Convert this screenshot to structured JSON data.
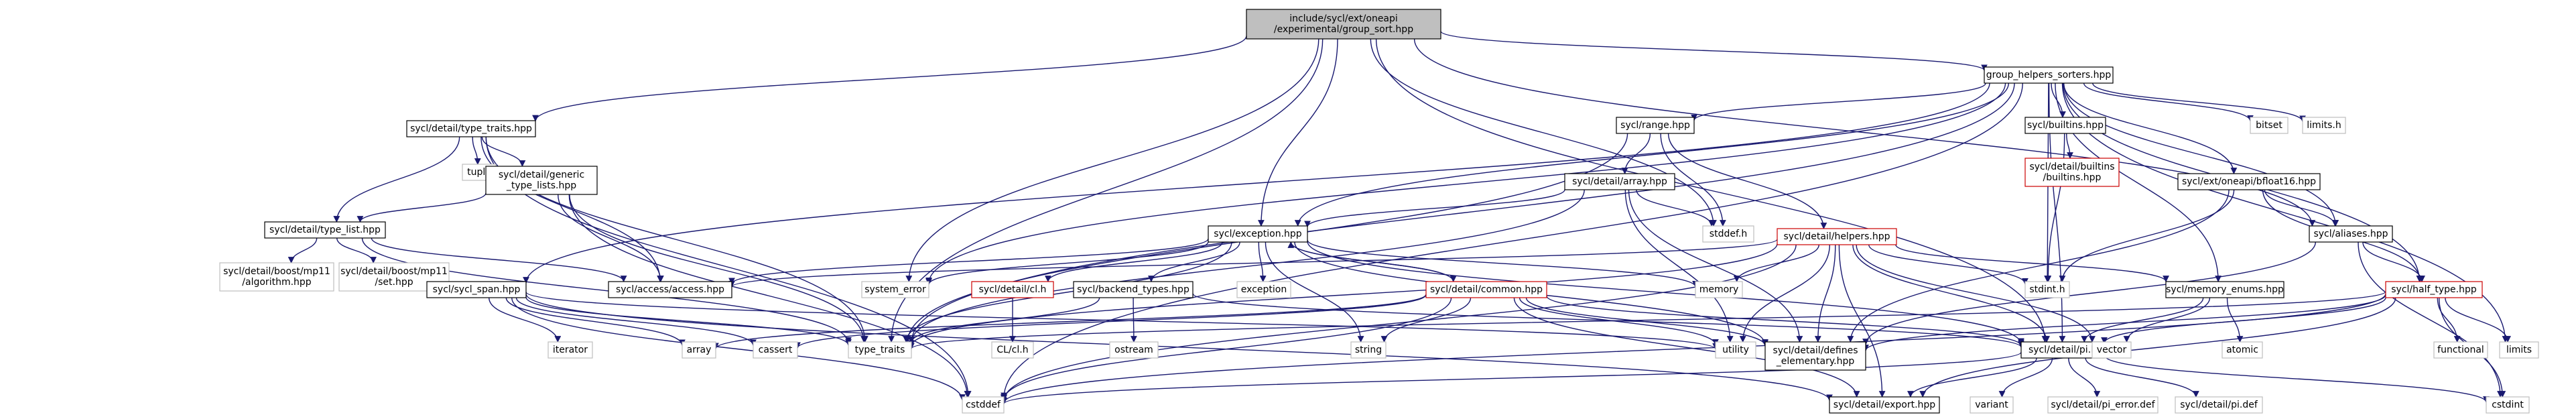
{
  "colors": {
    "edge": "#191970",
    "border_default": "#000000",
    "border_missing": "#cc0000",
    "border_external": "#bfbfbf",
    "root_fill": "#bfbfbf",
    "node_fill": "#ffffff",
    "text": "#000000",
    "text_external": "#000000"
  },
  "nodes": [
    {
      "id": "root",
      "label": [
        "include/sycl/ext/oneapi",
        "/experimental/group_sort.hpp"
      ],
      "kind": "root"
    },
    {
      "id": "ghs",
      "label": [
        "group_helpers_sorters.hpp"
      ],
      "kind": "normal"
    },
    {
      "id": "tt",
      "label": [
        "sycl/detail/type_traits.hpp"
      ],
      "kind": "normal"
    },
    {
      "id": "tuple",
      "label": [
        "tuple"
      ],
      "kind": "external"
    },
    {
      "id": "gtl",
      "label": [
        "sycl/detail/generic",
        "_type_lists.hpp"
      ],
      "kind": "normal"
    },
    {
      "id": "tlist",
      "label": [
        "sycl/detail/type_list.hpp"
      ],
      "kind": "normal"
    },
    {
      "id": "mp11alg",
      "label": [
        "sycl/detail/boost/mp11",
        "/algorithm.hpp"
      ],
      "kind": "external"
    },
    {
      "id": "mp11set",
      "label": [
        "sycl/detail/boost/mp11",
        "/set.hpp"
      ],
      "kind": "external"
    },
    {
      "id": "access",
      "label": [
        "sycl/access/access.hpp"
      ],
      "kind": "normal"
    },
    {
      "id": "span",
      "label": [
        "sycl/sycl_span.hpp"
      ],
      "kind": "normal"
    },
    {
      "id": "iterator",
      "label": [
        "iterator"
      ],
      "kind": "external"
    },
    {
      "id": "array",
      "label": [
        "array"
      ],
      "kind": "external"
    },
    {
      "id": "cassert",
      "label": [
        "cassert"
      ],
      "kind": "external"
    },
    {
      "id": "type_traits",
      "label": [
        "type_traits"
      ],
      "kind": "external"
    },
    {
      "id": "cstddef",
      "label": [
        "cstddef"
      ],
      "kind": "external"
    },
    {
      "id": "range",
      "label": [
        "sycl/range.hpp"
      ],
      "kind": "normal"
    },
    {
      "id": "darray",
      "label": [
        "sycl/detail/array.hpp"
      ],
      "kind": "normal"
    },
    {
      "id": "exc",
      "label": [
        "sycl/exception.hpp"
      ],
      "kind": "normal"
    },
    {
      "id": "syserr",
      "label": [
        "system_error"
      ],
      "kind": "external"
    },
    {
      "id": "cl",
      "label": [
        "sycl/detail/cl.h"
      ],
      "kind": "missing"
    },
    {
      "id": "clcl",
      "label": [
        "CL/cl.h"
      ],
      "kind": "external"
    },
    {
      "id": "btypes",
      "label": [
        "sycl/backend_types.hpp"
      ],
      "kind": "normal"
    },
    {
      "id": "ostream",
      "label": [
        "ostream"
      ],
      "kind": "external"
    },
    {
      "id": "exception",
      "label": [
        "exception"
      ],
      "kind": "external"
    },
    {
      "id": "string",
      "label": [
        "string"
      ],
      "kind": "external"
    },
    {
      "id": "common",
      "label": [
        "sycl/detail/common.hpp"
      ],
      "kind": "missing"
    },
    {
      "id": "memory",
      "label": [
        "memory"
      ],
      "kind": "external"
    },
    {
      "id": "utility",
      "label": [
        "utility"
      ],
      "kind": "external"
    },
    {
      "id": "defines",
      "label": [
        "sycl/detail/defines",
        "_elementary.hpp"
      ],
      "kind": "normal"
    },
    {
      "id": "export",
      "label": [
        "sycl/detail/export.hpp"
      ],
      "kind": "normal"
    },
    {
      "id": "stddefh",
      "label": [
        "stddef.h"
      ],
      "kind": "external"
    },
    {
      "id": "helpers",
      "label": [
        "sycl/detail/helpers.hpp"
      ],
      "kind": "missing"
    },
    {
      "id": "pi",
      "label": [
        "sycl/detail/pi.h"
      ],
      "kind": "normal"
    },
    {
      "id": "variant",
      "label": [
        "variant"
      ],
      "kind": "external"
    },
    {
      "id": "pierr",
      "label": [
        "sycl/detail/pi_error.def"
      ],
      "kind": "external"
    },
    {
      "id": "pidef",
      "label": [
        "sycl/detail/pi.def"
      ],
      "kind": "external"
    },
    {
      "id": "cstdint",
      "label": [
        "cstdint"
      ],
      "kind": "external"
    },
    {
      "id": "stdinth",
      "label": [
        "stdint.h"
      ],
      "kind": "external"
    },
    {
      "id": "builtins",
      "label": [
        "sycl/builtins.hpp"
      ],
      "kind": "normal"
    },
    {
      "id": "dbuiltins",
      "label": [
        "sycl/detail/builtins",
        "/builtins.hpp"
      ],
      "kind": "missing"
    },
    {
      "id": "bitset",
      "label": [
        "bitset"
      ],
      "kind": "external"
    },
    {
      "id": "limitsh",
      "label": [
        "limits.h"
      ],
      "kind": "external"
    },
    {
      "id": "bf16",
      "label": [
        "sycl/ext/oneapi/bfloat16.hpp"
      ],
      "kind": "normal"
    },
    {
      "id": "aliases",
      "label": [
        "sycl/aliases.hpp"
      ],
      "kind": "normal"
    },
    {
      "id": "memenum",
      "label": [
        "sycl/memory_enums.hpp"
      ],
      "kind": "normal"
    },
    {
      "id": "vector",
      "label": [
        "vector"
      ],
      "kind": "external"
    },
    {
      "id": "atomic",
      "label": [
        "atomic"
      ],
      "kind": "external"
    },
    {
      "id": "half",
      "label": [
        "sycl/half_type.hpp"
      ],
      "kind": "missing"
    },
    {
      "id": "functional",
      "label": [
        "functional"
      ],
      "kind": "external"
    },
    {
      "id": "limits",
      "label": [
        "limits"
      ],
      "kind": "external"
    }
  ]
}
